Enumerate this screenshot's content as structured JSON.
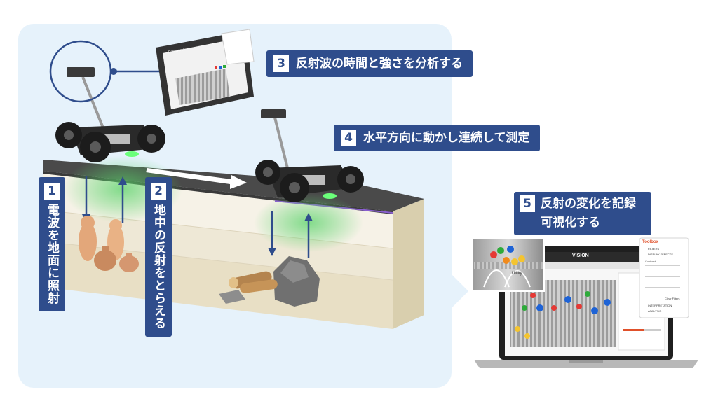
{
  "labels": {
    "step1": {
      "num": "1",
      "text": "電波を地面に照射"
    },
    "step2": {
      "num": "2",
      "text": "地中の反射をとらえる"
    },
    "step3": {
      "num": "3",
      "text": "反射波の時間と強さを分析する"
    },
    "step4": {
      "num": "4",
      "text": "水平方向に動かし連続して測定"
    },
    "step5": {
      "num": "5",
      "line1": "反射の変化を記録",
      "line2": "可視化する"
    }
  },
  "screens": {
    "tablet_brand": "Panasonic",
    "laptop_app_title": "VISION",
    "laptop_layer_label": "Utility",
    "toolbox_title": "Toolbox",
    "toolbox_sections": [
      "FILTERS",
      "DISPLAY EFFECTS",
      "INTERPRETATION",
      "ANALYSIS"
    ],
    "toolbox_button": "Clear Filters",
    "toolbox_contrast": "Contrast"
  },
  "colors": {
    "label_bg": "#2f4d8c",
    "panel_bg": "#e6f2fb",
    "road": "#4a4a4a",
    "signal_green": "#5ad36a",
    "toolbox_accent": "#e0502a"
  }
}
